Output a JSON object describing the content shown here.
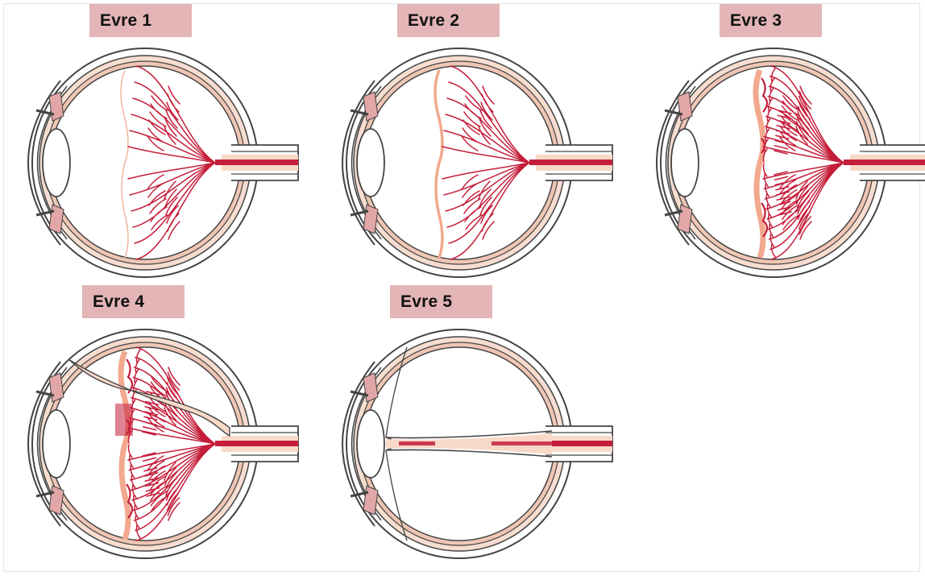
{
  "stages": [
    {
      "label": "Evre 1"
    },
    {
      "label": "Evre 2"
    },
    {
      "label": "Evre 3"
    },
    {
      "label": "Evre 4"
    },
    {
      "label": "Evre 5"
    }
  ],
  "colors": {
    "label_bg": "#e3b5b7",
    "vessel": "#c41e3a",
    "retina": "#f8d9c8",
    "ridge": "#f2a98e",
    "outline": "#444444"
  }
}
